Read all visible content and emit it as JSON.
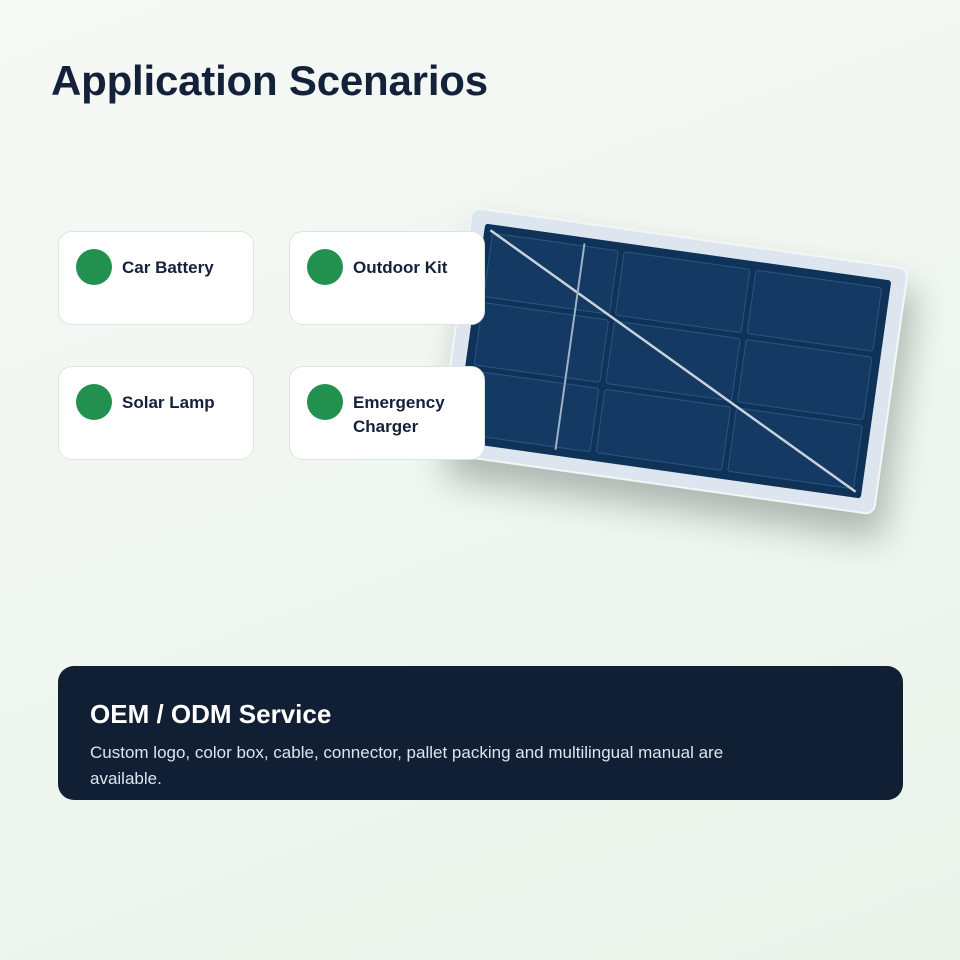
{
  "page": {
    "title": "Application Scenarios"
  },
  "scenarios": [
    {
      "label": "Car Battery",
      "icon": "green-dot-icon"
    },
    {
      "label": "Outdoor Kit",
      "icon": "green-dot-icon"
    },
    {
      "label": "Solar Lamp",
      "icon": "green-dot-icon"
    },
    {
      "label": "Emergency Charger",
      "icon": "green-dot-icon"
    }
  ],
  "oem": {
    "title": "OEM / ODM Service",
    "description": "Custom logo, color box, cable, connector, pallet packing and multilingual manual are available."
  },
  "colors": {
    "title_text": "#14213a",
    "accent_green": "#22914f",
    "panel_blue": "#0f3259",
    "banner_bg": "#111f35"
  }
}
